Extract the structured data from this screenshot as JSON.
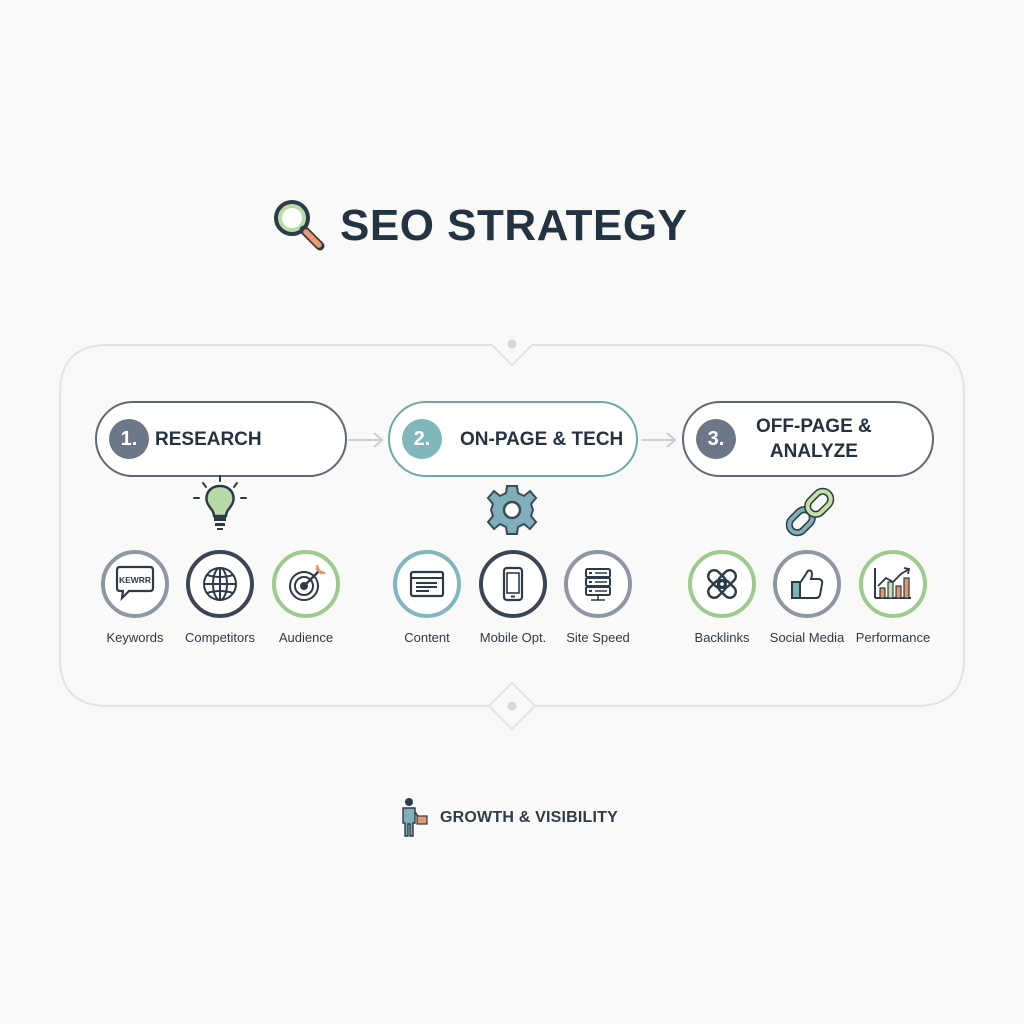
{
  "title": "SEO STRATEGY",
  "phases": [
    {
      "number": "1.",
      "label": "RESEARCH",
      "icon": "lightbulb-icon",
      "items": [
        {
          "label": "Keywords",
          "icon": "keyword-bubble-icon",
          "badge_text": "KEWRR"
        },
        {
          "label": "Competitors",
          "icon": "globe-icon"
        },
        {
          "label": "Audience",
          "icon": "target-icon"
        }
      ]
    },
    {
      "number": "2.",
      "label": "ON-PAGE & TECH",
      "icon": "gear-icon",
      "items": [
        {
          "label": "Content",
          "icon": "browser-window-icon"
        },
        {
          "label": "Mobile Opt.",
          "icon": "smartphone-icon"
        },
        {
          "label": "Site Speed",
          "icon": "server-icon"
        }
      ]
    },
    {
      "number": "3.",
      "label": "OFF-PAGE &\nANALYZE",
      "icon": "chain-link-icon",
      "items": [
        {
          "label": "Backlinks",
          "icon": "link-icon"
        },
        {
          "label": "Social Media",
          "icon": "thumbs-up-icon"
        },
        {
          "label": "Performance",
          "icon": "bar-chart-icon"
        }
      ]
    }
  ],
  "footer": {
    "label": "GROWTH & VISIBILITY",
    "icon": "person-briefcase-icon"
  },
  "colors": {
    "text": "#253341",
    "gray_ring": "#8f97a3",
    "dark_ring": "#3b4555",
    "green_ring": "#9dcb8f",
    "teal_ring": "#7fb7bd",
    "orange_accent": "#e8956a"
  }
}
